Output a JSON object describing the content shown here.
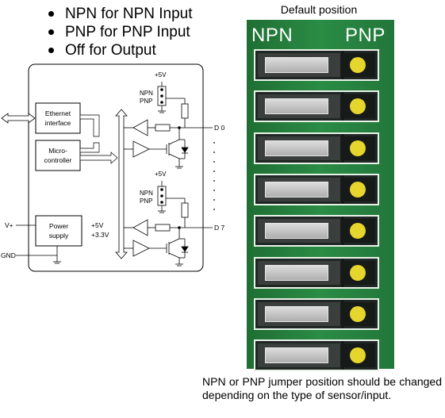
{
  "bullets": [
    "NPN for NPN Input",
    "PNP for PNP Input",
    "Off for Output"
  ],
  "schematic": {
    "ethernet": [
      "Ethernet",
      "interface"
    ],
    "micro": [
      "Micro-",
      "controller"
    ],
    "power": [
      "Power",
      "supply"
    ],
    "v_plus": "V+",
    "gnd": "GND",
    "plus5v": "+5V",
    "plus3v3": "+3.3V",
    "npn": "NPN",
    "pnp": "PNP",
    "d0": "D 0",
    "d7": "D 7"
  },
  "board": {
    "title": "Default position",
    "npn_label": "NPN",
    "pnp_label": "PNP",
    "switch_count": 8
  },
  "note": "NPN or PNP jumper position should be changed depending on the type of sensor/input.",
  "colors": {
    "board_green": "#2a8c45",
    "jumper_dot": "#e6d52c",
    "window_grey": "#bdbdbd"
  }
}
